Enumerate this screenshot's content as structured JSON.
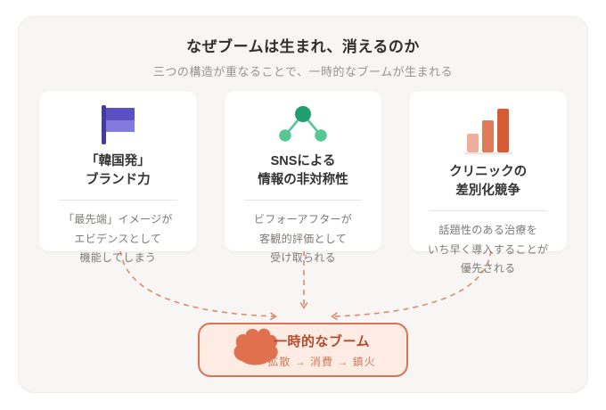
{
  "header": {
    "title": "なぜブームは生まれ、消えるのか",
    "subtitle": "三つの構造が重なることで、一時的なブームが生まれる"
  },
  "cards": [
    {
      "icon": "flag-icon",
      "title_line1": "「韓国発」",
      "title_line2": "ブランド力",
      "body_line1": "「最先端」イメージが",
      "body_line2": "エビデンスとして",
      "body_line3": "機能してしまう"
    },
    {
      "icon": "network-icon",
      "title_line1": "SNSによる",
      "title_line2": "情報の非対称性",
      "body_line1": "ビフォーアフターが",
      "body_line2": "客観的評価として",
      "body_line3": "受け取られる"
    },
    {
      "icon": "bar-chart-icon",
      "title_line1": "クリニックの",
      "title_line2": "差別化競争",
      "body_line1": "話題性のある治療を",
      "body_line2": "いち早く導入することが",
      "body_line3": "優先される"
    }
  ],
  "result_box": {
    "title": "一時的なブーム",
    "subtitle": "拡散 → 消費 → 鎮火"
  },
  "colors": {
    "panel_bg": "#f7f6f4",
    "title": "#2f2f2f",
    "subtitle": "#979390",
    "card_bg": "#ffffff",
    "card_title": "#333333",
    "card_body": "#7d7a77",
    "divider": "#e8e6e3",
    "flag_pole": "#443b9e",
    "flag_dark": "#5a50c4",
    "flag_light": "#837bdb",
    "green_dark": "#1f9e6f",
    "green_light": "#58c796",
    "bar1": "#efae9b",
    "bar2": "#e07b58",
    "bar3": "#d65c33",
    "arrow": "#e08a6b",
    "box_bg": "#fcece3",
    "box_border": "#de7150",
    "box_title": "#b54a2c",
    "box_sub": "#cf7c5d",
    "flame": "#e0714f"
  }
}
